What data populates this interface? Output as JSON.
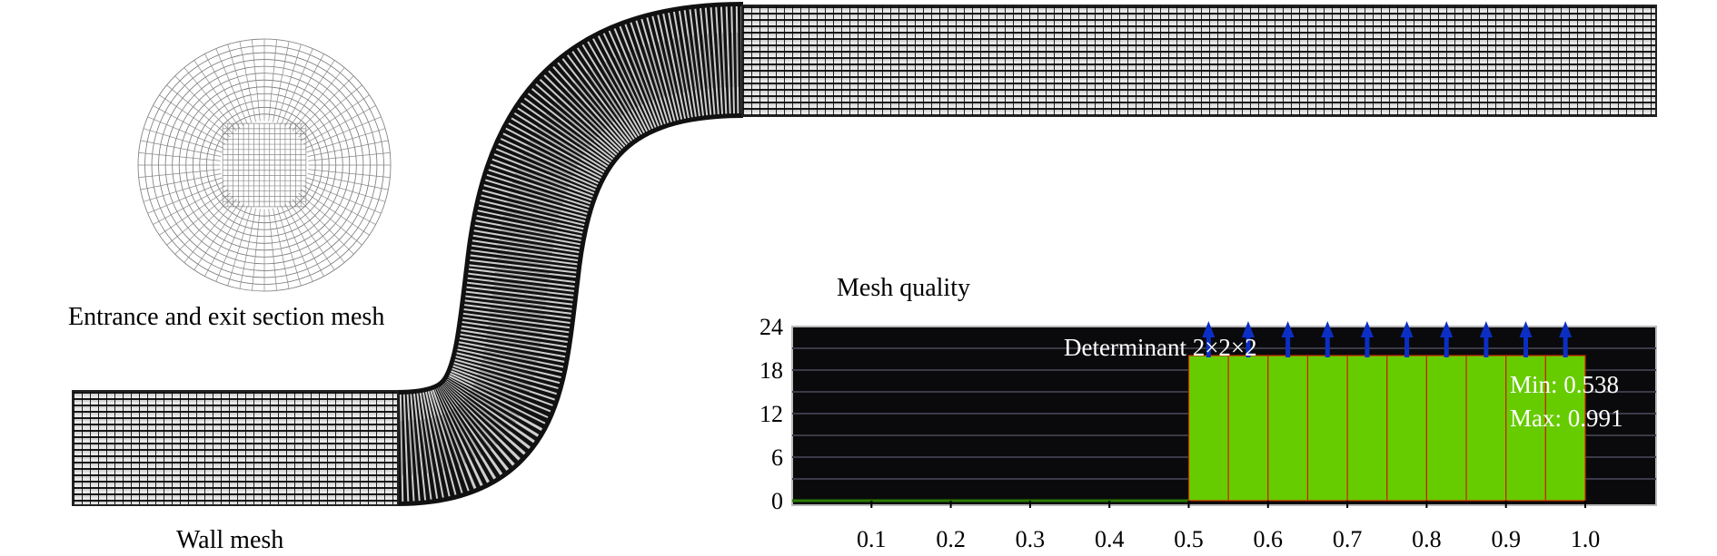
{
  "labels": {
    "section_mesh": "Entrance and exit section mesh",
    "wall_mesh": "Wall mesh",
    "chart_title": "Mesh quality"
  },
  "colors": {
    "plot_bg": "#0a0a0c",
    "bar_fill": "#66cc00",
    "bar_edge": "#cc2200",
    "arrow": "#0b2fc4",
    "grid": "#3a3a48"
  },
  "chart_data": {
    "type": "bar",
    "title": "Mesh quality",
    "annotation": "Determinant 2×2×2",
    "min_label": "Min: 0.538",
    "max_label": "Max: 0.991",
    "xlabel": "",
    "ylabel": "",
    "xlim": [
      0,
      1.09
    ],
    "ylim": [
      0,
      24
    ],
    "xticks": [
      "0.1",
      "0.2",
      "0.3",
      "0.4",
      "0.5",
      "0.6",
      "0.7",
      "0.8",
      "0.9",
      "1.0"
    ],
    "yticks": [
      "0",
      "6",
      "12",
      "18",
      "24"
    ],
    "bins": [
      {
        "x0": 0.5,
        "x1": 0.55,
        "value": 20
      },
      {
        "x0": 0.55,
        "x1": 0.6,
        "value": 20
      },
      {
        "x0": 0.6,
        "x1": 0.65,
        "value": 20
      },
      {
        "x0": 0.65,
        "x1": 0.7,
        "value": 20
      },
      {
        "x0": 0.7,
        "x1": 0.75,
        "value": 20
      },
      {
        "x0": 0.75,
        "x1": 0.8,
        "value": 20
      },
      {
        "x0": 0.8,
        "x1": 0.85,
        "value": 20
      },
      {
        "x0": 0.85,
        "x1": 0.9,
        "value": 20
      },
      {
        "x0": 0.9,
        "x1": 0.95,
        "value": 20
      },
      {
        "x0": 0.95,
        "x1": 1.0,
        "value": 20
      }
    ],
    "grid": true
  }
}
